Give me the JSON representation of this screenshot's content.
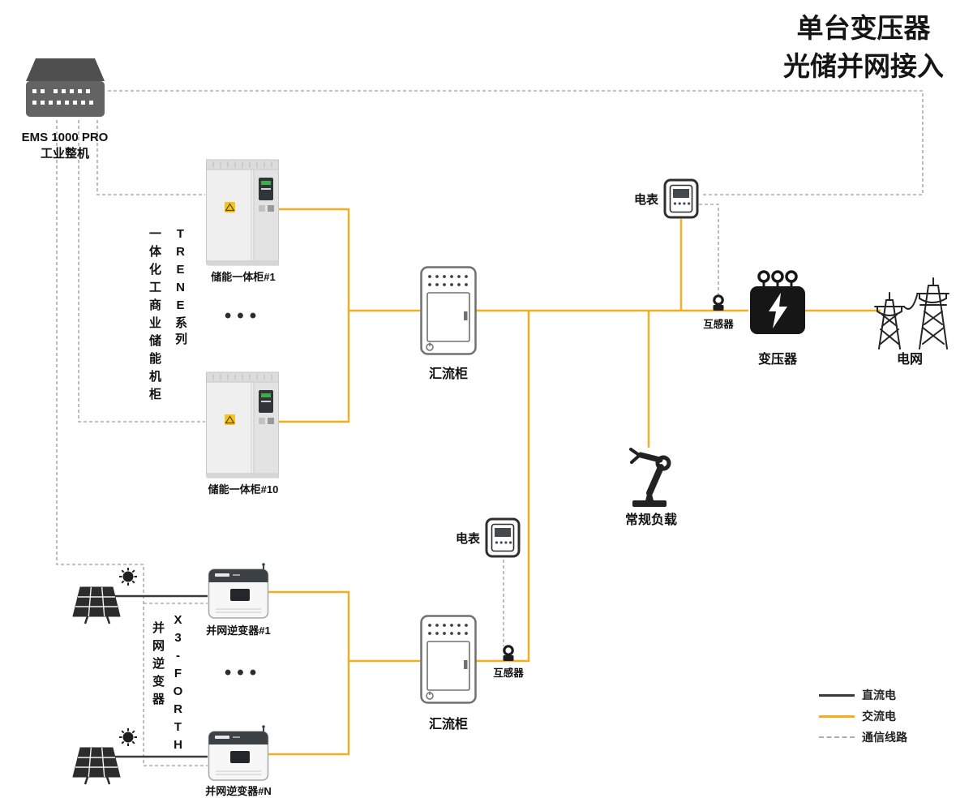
{
  "title": {
    "line1": "单台变压器",
    "line2": "光储并网接入"
  },
  "ems": {
    "line1": "EMS 1000 PRO",
    "line2": "工业整机"
  },
  "storage": {
    "series_label_outer": "TRENE系列",
    "series_label_inner": "一体化工商业储能机柜",
    "cabinet_first": "储能一体柜#1",
    "cabinet_last": "储能一体柜#10",
    "ellipsis": "•••"
  },
  "pv": {
    "series_label_outer": "X3-FORTH",
    "series_label_inner": "并网逆变器",
    "inverter_first": "并网逆变器#1",
    "inverter_last": "并网逆变器#N",
    "ellipsis": "•••"
  },
  "combiner_top": {
    "label": "汇流柜"
  },
  "combiner_bottom": {
    "label": "汇流柜"
  },
  "meter_top": {
    "label": "电表"
  },
  "meter_bottom": {
    "label": "电表"
  },
  "ct_top": {
    "label": "互感器"
  },
  "ct_bottom": {
    "label": "互感器"
  },
  "transformer": {
    "label": "变压器"
  },
  "grid": {
    "label": "电网"
  },
  "load": {
    "label": "常规负载"
  },
  "legend": {
    "dc": "直流电",
    "ac": "交流电",
    "comm": "通信线路"
  },
  "colors": {
    "ac_line": "#F2AE1D",
    "dc_line": "#3A3A3A",
    "comm_line": "#ADADAD",
    "icon_dark": "#222222"
  }
}
